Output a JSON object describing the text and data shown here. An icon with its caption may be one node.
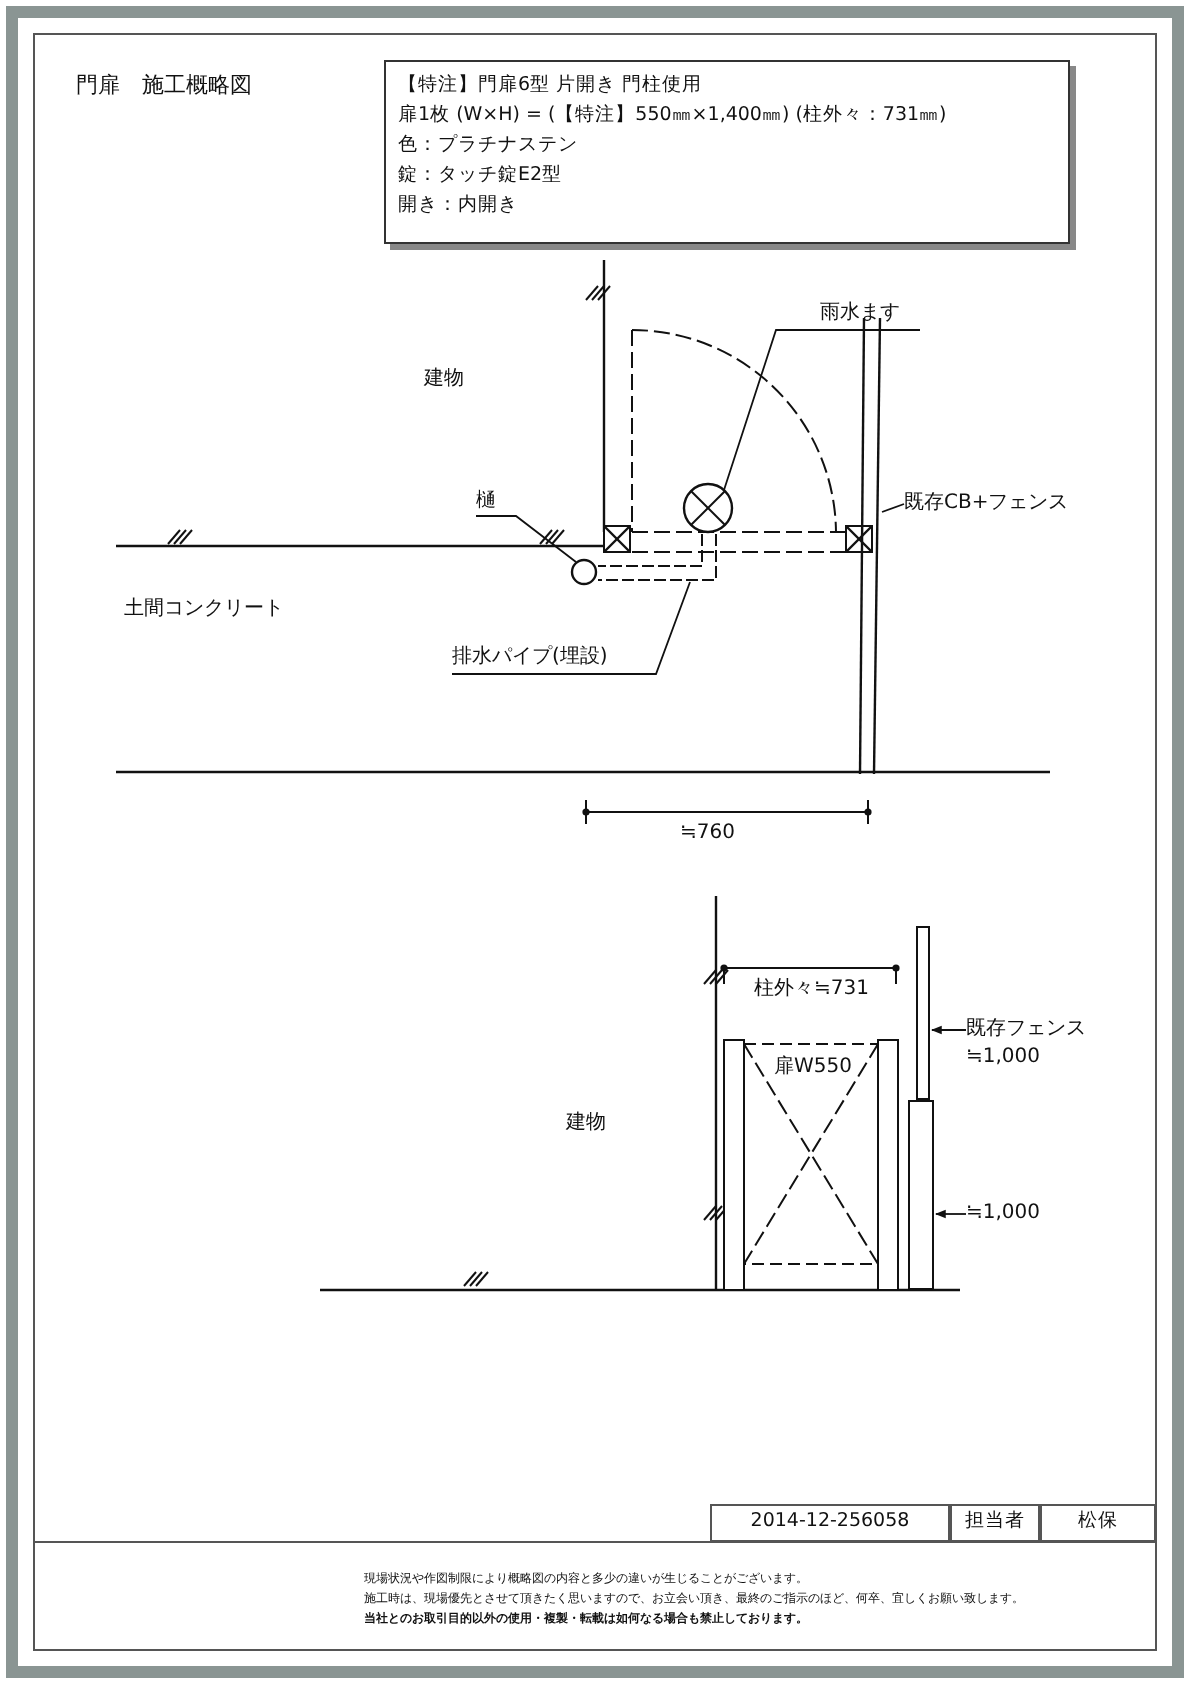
{
  "diagram": {
    "title": "門扉　施工概略図",
    "nodes": [
      {
        "text": [
          "【特注】門扉6型 片開き 門柱使用",
          "扉1枚 (W×H) = (【特注】550㎜×1,400㎜) (柱外々：731㎜)",
          "色：プラチナステン",
          "錠：タッチ錠E2型",
          "開き：内開き"
        ]
      },
      {
        "text": [
          "雨水ます"
        ]
      },
      {
        "text": [],
        "shape": "circle"
      },
      {
        "text": [
          "樋"
        ]
      },
      {
        "text": [],
        "shape": "circle"
      },
      {
        "text": [
          "既存CB+フェンス"
        ]
      },
      {
        "text": [],
        "shape": "bar"
      },
      {
        "text": [
          "排水パイプ(埋設)"
        ]
      },
      {
        "text": [],
        "shape": "bar"
      },
      {
        "text": [
          "既存フェンス",
          "≒1,000"
        ]
      },
      {
        "text": [],
        "shape": "bar"
      },
      {
        "text": [
          "≒1,000"
        ]
      },
      {
        "text": [],
        "shape": "bar"
      }
    ],
    "edges": [
      {
        "from": 1,
        "to": 2,
        "arrow": "none"
      },
      {
        "from": 3,
        "to": 4,
        "arrow": "none"
      },
      {
        "from": 5,
        "to": 6,
        "arrow": "none"
      },
      {
        "from": 7,
        "to": 8,
        "arrow": "none"
      },
      {
        "from": 9,
        "to": 10,
        "arrow": "to"
      },
      {
        "from": 11,
        "to": 12,
        "arrow": "to"
      }
    ],
    "labels": [
      "建物",
      "土間コンクリート",
      "≒760",
      "柱外々≒731",
      "扉W550",
      "建物",
      "2014-12-256058",
      "担当者",
      "松保",
      "現場状況や作図制限により概略図の内容と多少の違いが生じることがございます。",
      "施工時は、現場優先とさせて頂きたく思いますので、お立会い頂き、最終のご指示のほど、何卒、宜しくお願い致します。",
      "当社とのお取引目的以外の使用・複製・転載は如何なる場合も禁止しております。"
    ]
  }
}
